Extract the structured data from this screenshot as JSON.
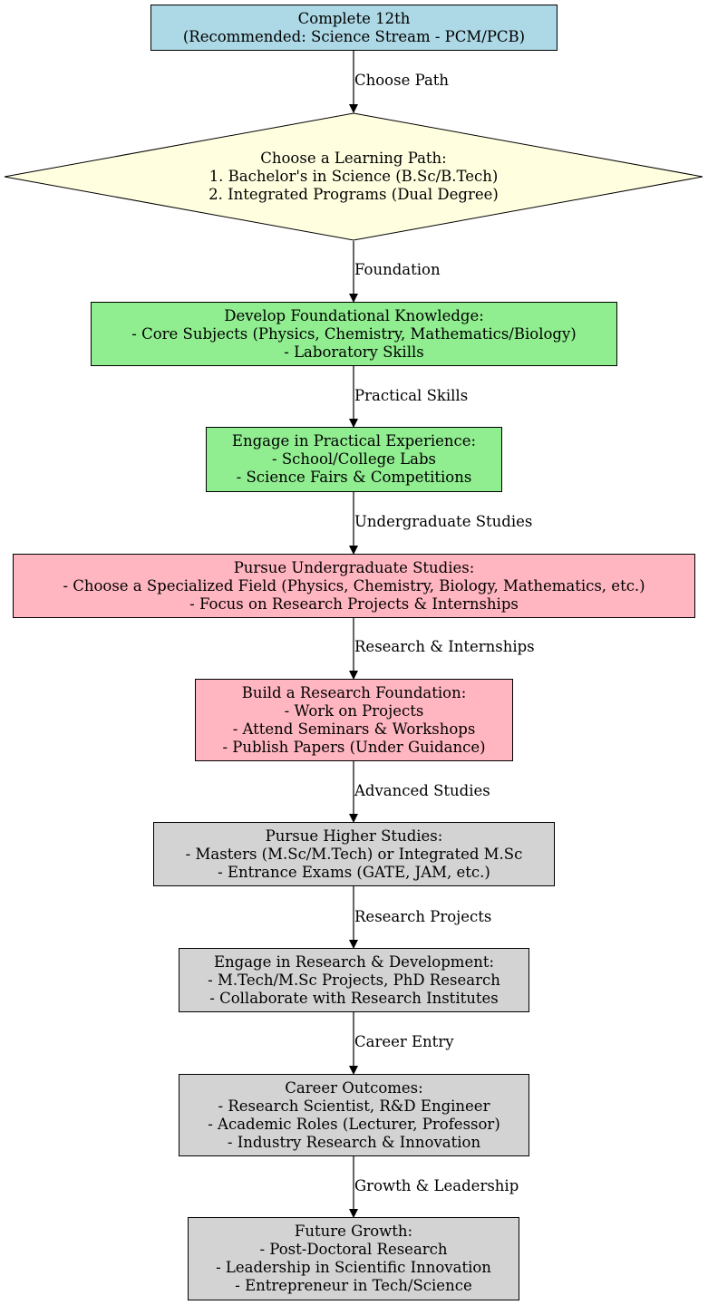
{
  "colors": {
    "blue": "#add8e6",
    "yellow": "#ffffe0",
    "green": "#90ee90",
    "pink": "#ffb6c1",
    "gray": "#d3d3d3"
  },
  "nodes": [
    {
      "lines": [
        "Complete 12th",
        "(Recommended: Science Stream - PCM/PCB)"
      ]
    },
    {
      "lines": [
        "Choose a Learning Path:",
        "1. Bachelor's in Science (B.Sc/B.Tech)",
        "2. Integrated Programs (Dual Degree)"
      ]
    },
    {
      "lines": [
        "Develop Foundational Knowledge:",
        "- Core Subjects (Physics, Chemistry, Mathematics/Biology)",
        "- Laboratory Skills"
      ]
    },
    {
      "lines": [
        "Engage in Practical Experience:",
        "- School/College Labs",
        "- Science Fairs & Competitions"
      ]
    },
    {
      "lines": [
        "Pursue Undergraduate Studies:",
        "- Choose a Specialized Field (Physics, Chemistry, Biology, Mathematics, etc.)",
        "- Focus on Research Projects & Internships"
      ]
    },
    {
      "lines": [
        "Build a Research Foundation:",
        "- Work on Projects",
        "- Attend Seminars & Workshops",
        "- Publish Papers (Under Guidance)"
      ]
    },
    {
      "lines": [
        "Pursue Higher Studies:",
        "- Masters (M.Sc/M.Tech) or Integrated M.Sc",
        "- Entrance Exams (GATE, JAM, etc.)"
      ]
    },
    {
      "lines": [
        "Engage in Research & Development:",
        "- M.Tech/M.Sc Projects, PhD Research",
        "- Collaborate with Research Institutes"
      ]
    },
    {
      "lines": [
        "Career Outcomes:",
        "- Research Scientist, R&D Engineer",
        "- Academic Roles (Lecturer, Professor)",
        "- Industry Research & Innovation"
      ]
    },
    {
      "lines": [
        "Future Growth:",
        "- Post-Doctoral Research",
        "- Leadership in Scientific Innovation",
        "- Entrepreneur in Tech/Science"
      ]
    }
  ],
  "edges": [
    {
      "label": "Choose Path"
    },
    {
      "label": "Foundation"
    },
    {
      "label": "Practical Skills"
    },
    {
      "label": "Undergraduate Studies"
    },
    {
      "label": "Research & Internships"
    },
    {
      "label": "Advanced Studies"
    },
    {
      "label": "Research Projects"
    },
    {
      "label": "Career Entry"
    },
    {
      "label": "Growth & Leadership"
    }
  ]
}
